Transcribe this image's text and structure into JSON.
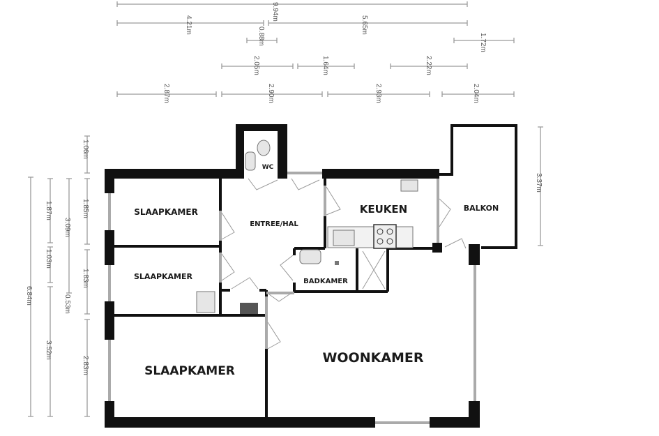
{
  "plan": {
    "rooms": [
      {
        "id": "slaapkamer-1",
        "label": "SLAAPKAMER"
      },
      {
        "id": "slaapkamer-2",
        "label": "SLAAPKAMER"
      },
      {
        "id": "slaapkamer-3",
        "label": "SLAAPKAMER"
      },
      {
        "id": "entree",
        "label": "ENTREE/HAL"
      },
      {
        "id": "wc",
        "label": "WC"
      },
      {
        "id": "keuken",
        "label": "KEUKEN"
      },
      {
        "id": "balkon",
        "label": "BALKON"
      },
      {
        "id": "badkamer",
        "label": "BADKAMER"
      },
      {
        "id": "woonkamer",
        "label": "WOONKAMER"
      }
    ],
    "dimensions_top": {
      "total": "9.94m",
      "row2": [
        "4.21m",
        "5.65m"
      ],
      "row3": [
        "0.88m",
        "1.72m"
      ],
      "row4": [
        "2.05m",
        "1.64m",
        "2.22m"
      ],
      "row5": [
        "2.87m",
        "2.90m",
        "2.93m",
        "2.04m"
      ]
    },
    "dimensions_left": {
      "col_inner": [
        "1.06m",
        "1.85m",
        "1.83m",
        "2.83m"
      ],
      "col_mid": [
        "3.09m",
        "0.53m"
      ],
      "col_outer": [
        "1.87m",
        "1.03m",
        "3.52m"
      ],
      "total": "6.84m"
    },
    "dimensions_right": {
      "balkon_depth": "3.37m"
    }
  }
}
